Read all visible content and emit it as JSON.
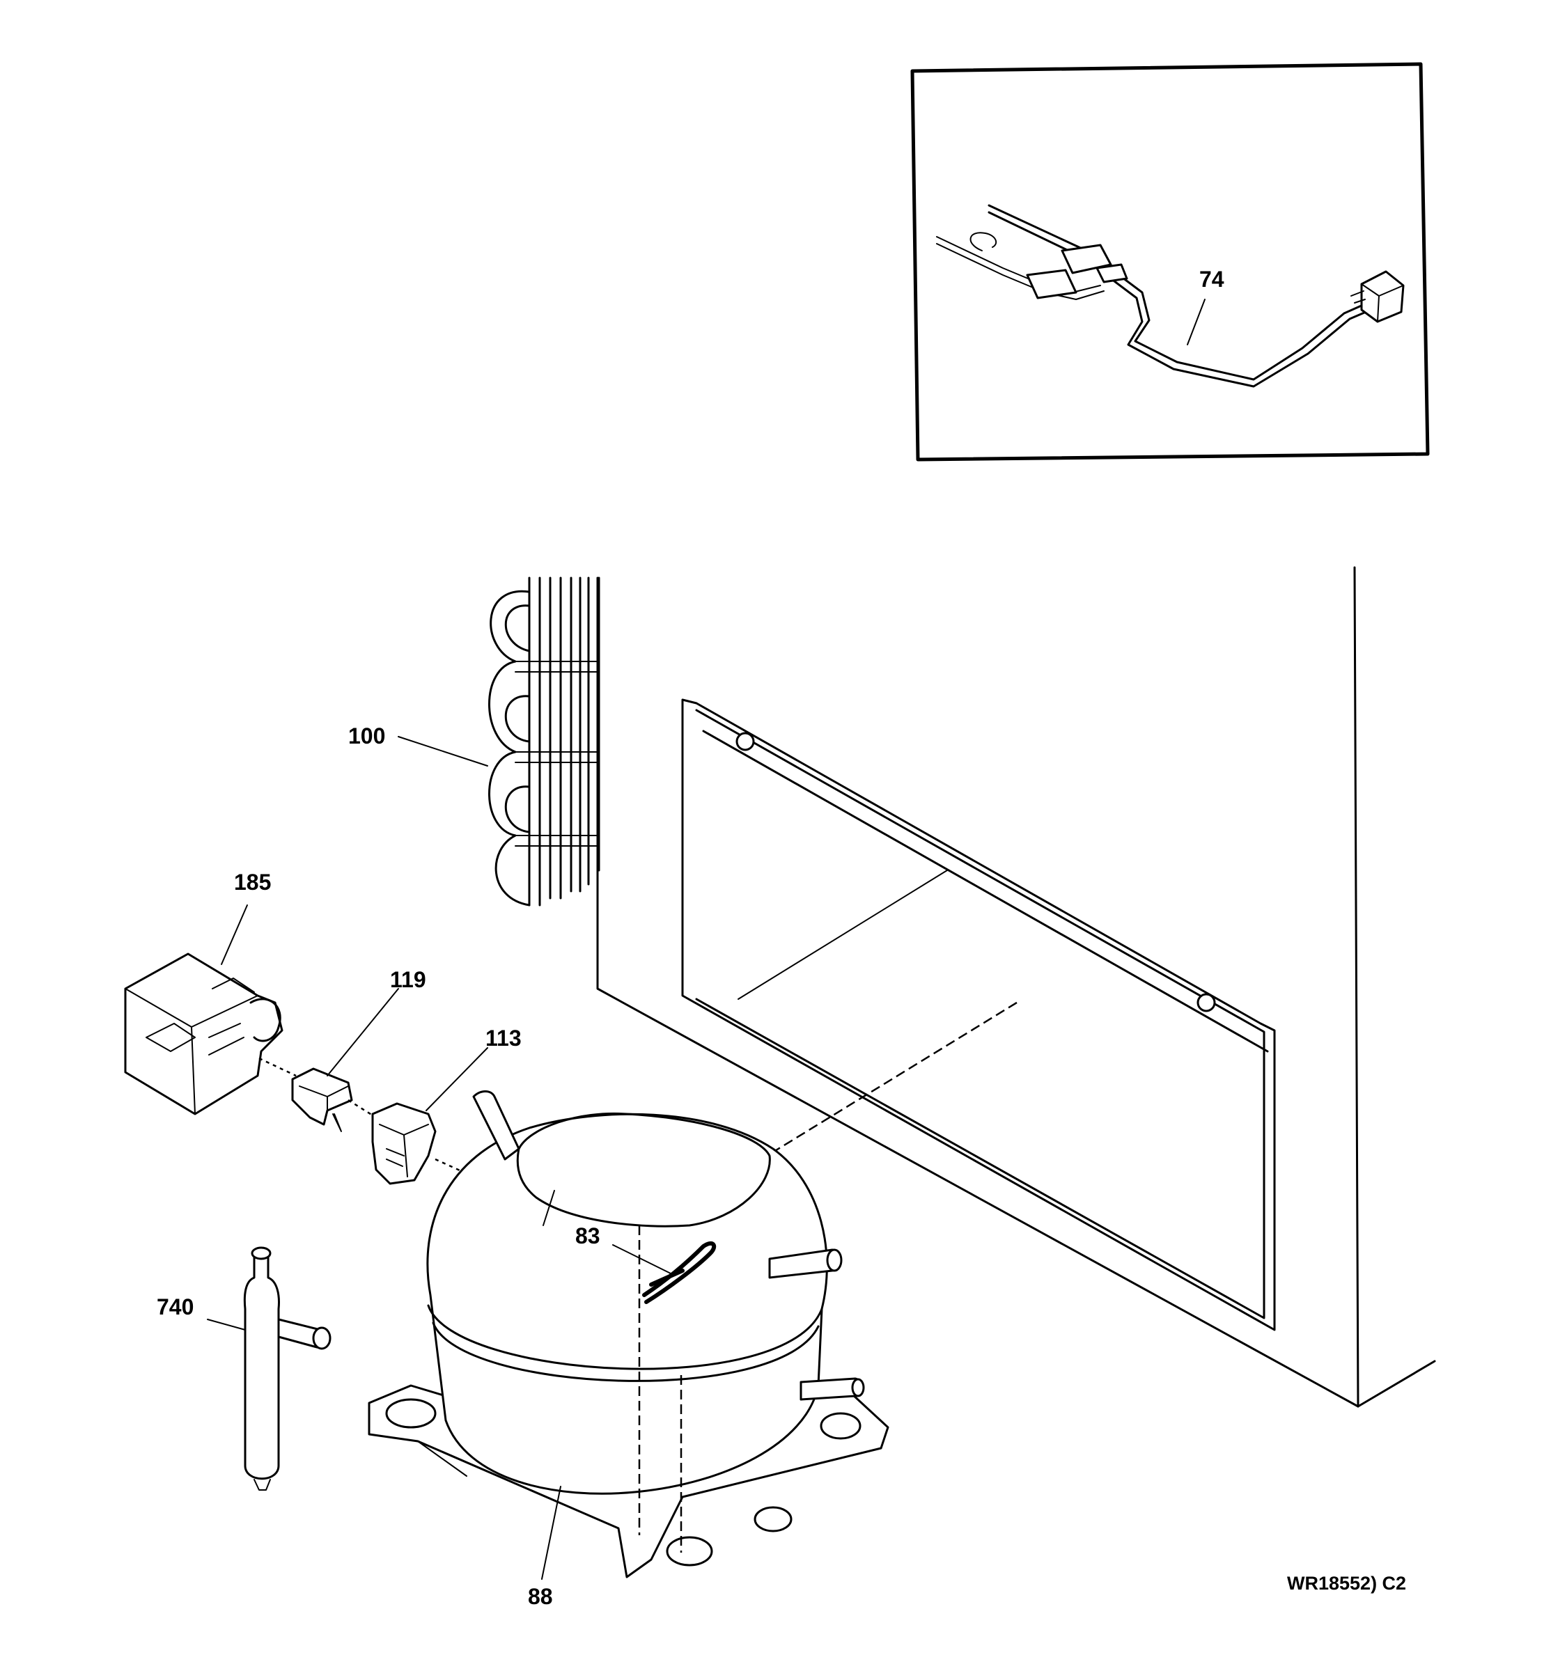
{
  "diagram": {
    "parts": [
      {
        "id": "harness",
        "label": "74"
      },
      {
        "id": "condenser",
        "label": "100"
      },
      {
        "id": "cover",
        "label": "185"
      },
      {
        "id": "overload",
        "label": "119"
      },
      {
        "id": "relay",
        "label": "113"
      },
      {
        "id": "clip",
        "label": "83"
      },
      {
        "id": "drier",
        "label": "740"
      },
      {
        "id": "compressor",
        "label": "88"
      }
    ],
    "reference": "WR18552) C2"
  }
}
